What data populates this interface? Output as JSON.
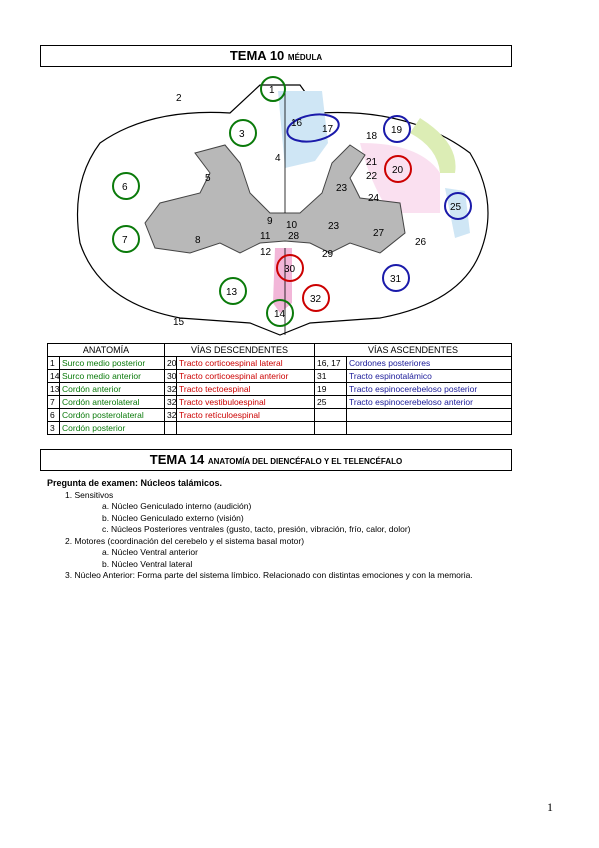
{
  "tema10": {
    "num": "TEMA 10",
    "sub": "MÉDULA"
  },
  "diagram_labels": [
    "1",
    "2",
    "3",
    "4",
    "5",
    "6",
    "7",
    "8",
    "9",
    "10",
    "11",
    "12",
    "13",
    "14",
    "15",
    "16",
    "17",
    "18",
    "19",
    "20",
    "21",
    "22",
    "23",
    "23",
    "24",
    "25",
    "26",
    "27",
    "28",
    "29",
    "30",
    "31",
    "32"
  ],
  "table": {
    "headers": [
      "ANATOMÍA",
      "VÍAS DESCENDENTES",
      "VÍAS ASCENDENTES"
    ],
    "rows": [
      {
        "n1": "1",
        "a": "Surco medio posterior",
        "n2": "20",
        "d": "Tracto corticoespinal lateral",
        "n3": "16, 17",
        "s": "Cordones posteriores"
      },
      {
        "n1": "14",
        "a": "Surco medio anterior",
        "n2": "30",
        "d": "Tracto corticoespinal anterior",
        "n3": "31",
        "s": "Tracto espinotalámico"
      },
      {
        "n1": "13",
        "a": "Cordón anterior",
        "n2": "32",
        "d": "Tracto tectoespinal",
        "n3": "19",
        "s": "Tracto espinocerebeloso posterior"
      },
      {
        "n1": "7",
        "a": "Cordón anterolateral",
        "n2": "32",
        "d": "Tracto vestibuloespinal",
        "n3": "25",
        "s": "Tracto espinocerebeloso anterior"
      },
      {
        "n1": "6",
        "a": "Cordón posterolateral",
        "n2": "32",
        "d": "Tracto retículoespinal",
        "n3": "",
        "s": ""
      },
      {
        "n1": "3",
        "a": "Cordón posterior",
        "n2": "",
        "d": "",
        "n3": "",
        "s": ""
      }
    ]
  },
  "tema14": {
    "num": "TEMA 14",
    "sub": "ANATOMÍA DEL DIENCÉFALO Y EL TELENCÉFALO"
  },
  "exam": {
    "heading": "Pregunta de examen: Núcleos talámicos.",
    "i1": "1.   Sensitivos",
    "i1a": "a.   Núcleo Geniculado interno (audición)",
    "i1b": "b.   Núcleo Geniculado externo (visión)",
    "i1c": "c.   Núcleos Posteriores ventrales (gusto, tacto, presión, vibración, frío, calor, dolor)",
    "i2": "2.   Motores (coordinación del cerebelo y el sistema basal motor)",
    "i2a": "a.   Núcleo Ventral anterior",
    "i2b": "b.   Núcleo Ventral lateral",
    "i3": "3.   Núcleo Anterior: Forma parte del sistema límbico. Relacionado con distintas emociones y con la memoria."
  },
  "page_number": "1",
  "colors": {
    "green": "#0a7a0a",
    "red": "#cc0000",
    "blue": "#1a1a99"
  }
}
